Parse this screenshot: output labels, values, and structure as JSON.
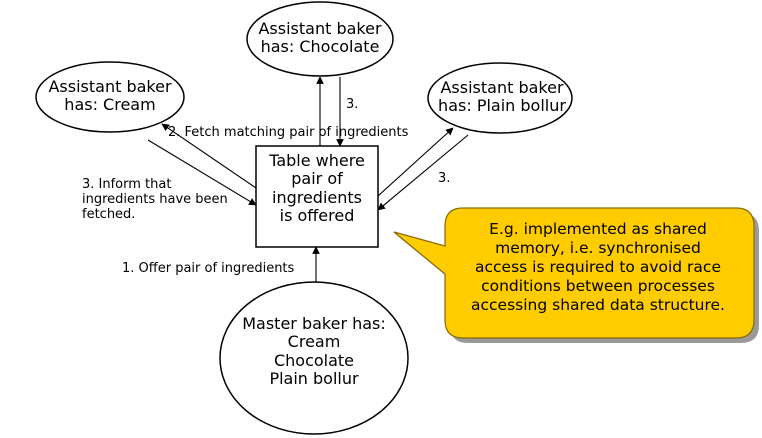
{
  "nodes": {
    "chocolate": {
      "lines": [
        "Assistant baker",
        "has: Chocolate"
      ]
    },
    "cream": {
      "lines": [
        "Assistant baker",
        "has: Cream"
      ]
    },
    "plain": {
      "lines": [
        "Assistant baker",
        "has: Plain bollur"
      ]
    },
    "table": {
      "lines": [
        "Table where",
        "pair of",
        "ingredients",
        "is offered"
      ]
    },
    "master": {
      "lines": [
        "Master baker has:",
        "Cream",
        "Chocolate",
        "Plain bollur"
      ]
    }
  },
  "edges": {
    "fetch_label": "2. Fetch matching pair of ingredients",
    "inform_label_left": [
      "3. Inform that",
      "ingredients have been",
      "fetched."
    ],
    "inform_label_top": "3.",
    "inform_label_right": "3.",
    "offer_label": "1. Offer pair of ingredients"
  },
  "callout": {
    "lines": [
      "E.g. implemented as shared",
      "memory, i.e. synchronised",
      "access is required to avoid race",
      "conditions between processes",
      "accessing shared data structure."
    ],
    "fill_color": "#FFCC00",
    "stroke_color": "#8a6a00"
  }
}
